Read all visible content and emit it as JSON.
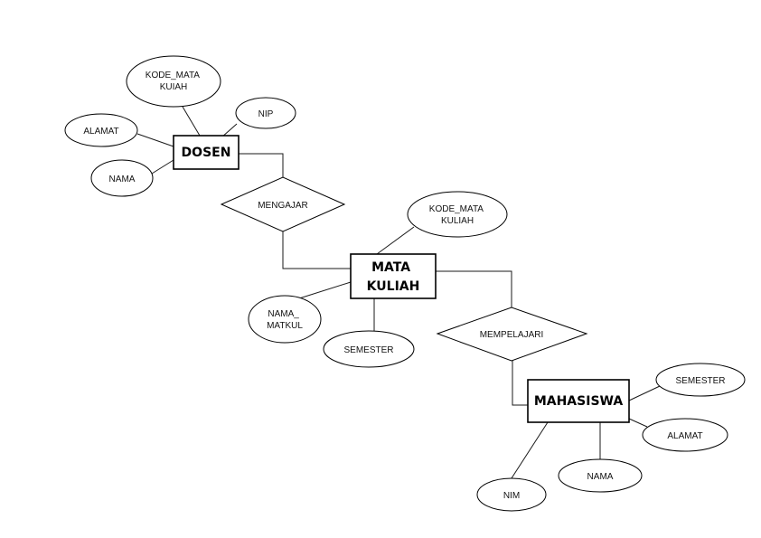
{
  "entities": {
    "dosen": [
      "DOSEN"
    ],
    "mata_kuliah": [
      "MATA",
      "KULIAH"
    ],
    "mahasiswa": [
      "MAHASISWA"
    ]
  },
  "relationships": {
    "mengajar": "MENGAJAR",
    "mempelajari": "MEMPELAJARI"
  },
  "attributes": {
    "dosen_kode_mata_kuliah": [
      "KODE_MATA",
      "KUIAH"
    ],
    "dosen_nip": [
      "NIP"
    ],
    "dosen_alamat": [
      "ALAMAT"
    ],
    "dosen_nama": [
      "NAMA"
    ],
    "mk_kode_mata_kuliah": [
      "KODE_MATA",
      "KULIAH"
    ],
    "mk_nama_matkul": [
      "NAMA_",
      "MATKUL"
    ],
    "mk_semester": [
      "SEMESTER"
    ],
    "mhs_semester": [
      "SEMESTER"
    ],
    "mhs_alamat": [
      "ALAMAT"
    ],
    "mhs_nama": [
      "NAMA"
    ],
    "mhs_nim": [
      "NIM"
    ]
  }
}
